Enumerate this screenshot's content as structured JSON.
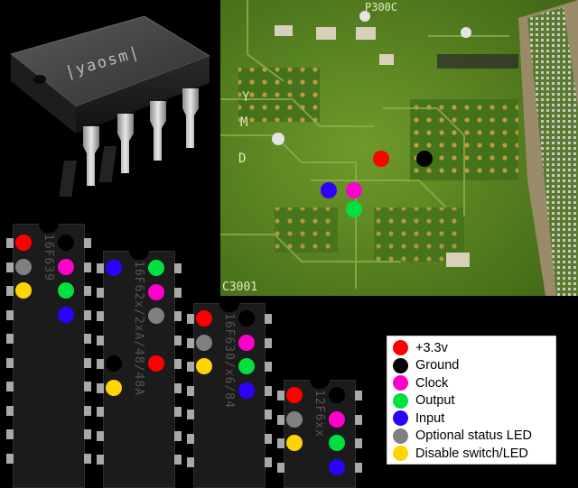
{
  "hero_chip": {
    "marking": "|yaosm|"
  },
  "colors": {
    "power": "#ff0000",
    "ground": "#000000",
    "clock": "#ff00cc",
    "output": "#00e040",
    "input": "#2e00ff",
    "status_led": "#808080",
    "disable": "#ffd400"
  },
  "chips": [
    {
      "label": "16F639",
      "pins": [
        [
          "power",
          "ground"
        ],
        [
          "status_led",
          "clock"
        ],
        [
          "disable",
          "output"
        ],
        [
          null,
          "input"
        ],
        [
          null,
          null
        ],
        [
          null,
          null
        ],
        [
          null,
          null
        ],
        [
          null,
          null
        ],
        [
          null,
          null
        ],
        [
          null,
          null
        ]
      ]
    },
    {
      "label": "16F62x/2xA/48/48A",
      "pins": [
        [
          "input",
          "output"
        ],
        [
          null,
          "clock"
        ],
        [
          null,
          "status_led"
        ],
        [
          null,
          null
        ],
        [
          "ground",
          "power"
        ],
        [
          "disable",
          null
        ],
        [
          null,
          null
        ],
        [
          null,
          null
        ],
        [
          null,
          null
        ]
      ]
    },
    {
      "label": "16F630/x6/84",
      "pins": [
        [
          "power",
          "ground"
        ],
        [
          "status_led",
          "clock"
        ],
        [
          "disable",
          "output"
        ],
        [
          null,
          "input"
        ],
        [
          null,
          null
        ],
        [
          null,
          null
        ],
        [
          null,
          null
        ]
      ]
    },
    {
      "label": "12F6xx",
      "pins": [
        [
          "power",
          "ground"
        ],
        [
          "status_led",
          "clock"
        ],
        [
          "disable",
          "output"
        ],
        [
          null,
          "input"
        ]
      ]
    }
  ],
  "legend": [
    {
      "key": "power",
      "label": "+3.3v"
    },
    {
      "key": "ground",
      "label": "Ground"
    },
    {
      "key": "clock",
      "label": "Clock"
    },
    {
      "key": "output",
      "label": "Output"
    },
    {
      "key": "input",
      "label": "Input"
    },
    {
      "key": "status_led",
      "label": "Optional status LED"
    },
    {
      "key": "disable",
      "label": "Disable switch/LED"
    }
  ],
  "pcb": {
    "silkscreen": [
      "P300C",
      "Y",
      "M",
      "D",
      "C3001"
    ],
    "probe_points": [
      "power",
      "ground",
      "input",
      "clock",
      "output"
    ]
  }
}
